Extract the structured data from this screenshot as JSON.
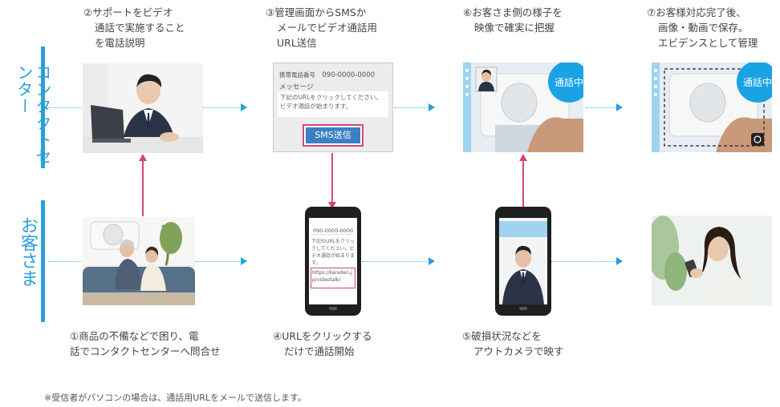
{
  "lanes": {
    "contact_center": "コンタクトセンター",
    "customer": "お客さま"
  },
  "steps": {
    "s1": [
      "①商品の不備などで困り、電",
      "話でコンタクトセンターへ問合せ"
    ],
    "s2": [
      "②サポートをビデオ",
      "通話で実施すること",
      "を電話説明"
    ],
    "s3": [
      "③管理画面からSMSか",
      "メールでビデオ通話用",
      "URL送信"
    ],
    "s4": [
      "④URLをクリックする",
      "だけで通話開始"
    ],
    "s5": [
      "⑤破損状況などを",
      "アウトカメラで映す"
    ],
    "s6": [
      "⑥お客さま側の様子を",
      "映像で確実に把握"
    ],
    "s7": [
      "⑦お客様対応完了後、",
      "画像・動画で保存。",
      "エビデンスとして管理"
    ]
  },
  "sms_panel": {
    "phone_label": "携帯電話番号",
    "phone_number": "090-0000-0000",
    "message_label": "メッセージ",
    "message_text": "下記のURLをクリックしてください。ビデオ通話が始まります。",
    "button_label": "SMS送信"
  },
  "phone_sms": {
    "number": "090-0000-0000",
    "text": "下記のURLをクリックしてください。ビデオ通話が始まります。",
    "link": "https://karaden.jp/videotalk/"
  },
  "badges": {
    "in_call_1": "通話中",
    "in_call_2": "通話中"
  },
  "footnote": "※受信者がパソコンの場合は、通話用URLをメールで送信します。",
  "colors": {
    "lane_blue": "#2a9fd8",
    "badge_blue": "#1aa3e4",
    "arrow_pink": "#d44577",
    "button_blue": "#3b7fc4"
  }
}
